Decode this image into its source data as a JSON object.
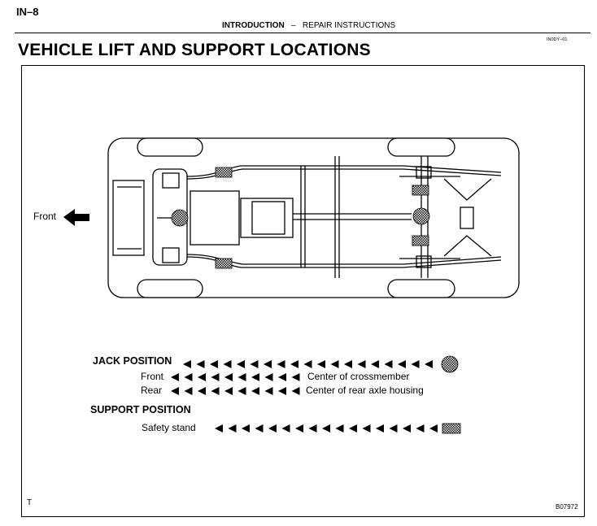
{
  "header": {
    "page_number": "IN–8",
    "section": "INTRODUCTION",
    "separator": "–",
    "subsection": "REPAIR INSTRUCTIONS",
    "doc_code": "IN0DY–01"
  },
  "page_title": "VEHICLE LIFT AND SUPPORT LOCATIONS",
  "figure": {
    "front_label": "Front",
    "legend": {
      "jack_position_title": "JACK POSITION",
      "jack_front_label": "Front",
      "jack_front_desc": "Center of crossmember",
      "jack_rear_label": "Rear",
      "jack_rear_desc": "Center of rear axle housing",
      "support_position_title": "SUPPORT POSITION",
      "safety_stand_label": "Safety stand"
    },
    "corner_letter": "T",
    "figure_id": "B07972"
  },
  "icons": {
    "front_arrow": "left-arrow-icon",
    "jack_marker": "crosshatched-circle-icon",
    "stand_marker": "crosshatched-rectangle-icon",
    "leader": "left-triangle-icon"
  },
  "colors": {
    "ink": "#000000",
    "paper": "#ffffff"
  }
}
